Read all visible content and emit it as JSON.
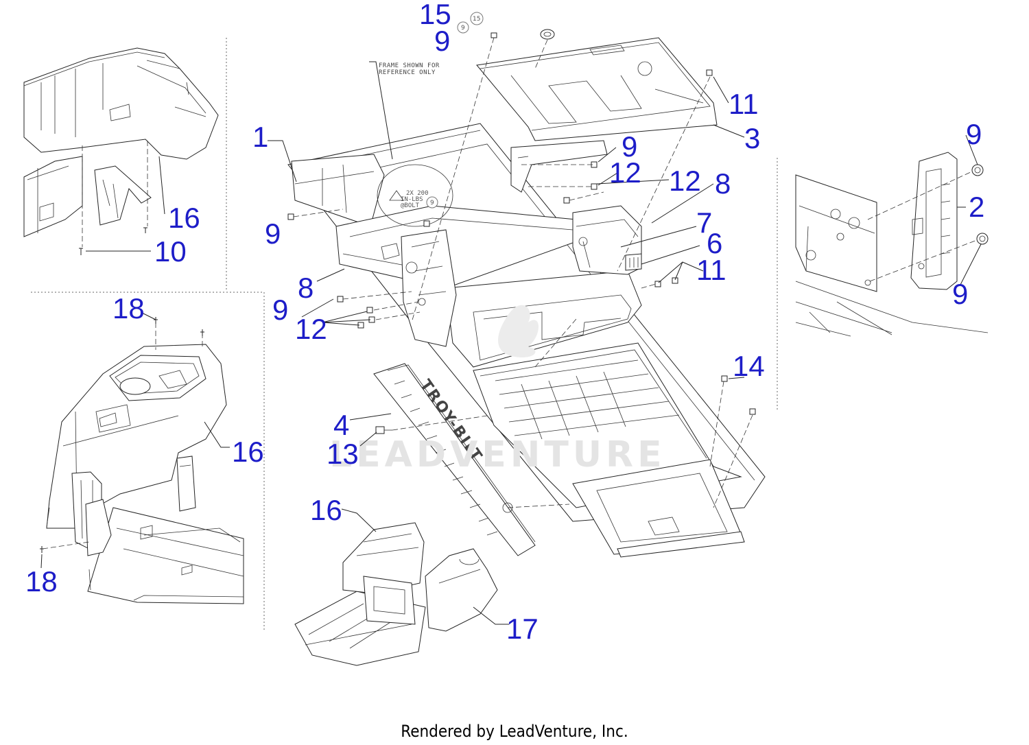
{
  "note_frame": [
    "FRAME SHOWN FOR",
    "REFERENCE ONLY"
  ],
  "torque_note": [
    "2X 200",
    "IN-LBS",
    "@BOLT"
  ],
  "brand_text": "TROY-BILT",
  "watermark": "LEADVENTURE",
  "footer": "Rendered by LeadVenture, Inc.",
  "callouts": {
    "c15_top": "15",
    "c9_top": "9",
    "c11_top": "11",
    "c3": "3",
    "c1": "1",
    "c9_center": "9",
    "c12_a": "12",
    "c12_b": "12",
    "c8_right": "8",
    "c7": "7",
    "c6": "6",
    "c11_mid": "11",
    "c9_left": "9",
    "c8_left": "8",
    "c9_low": "9",
    "c12_low": "12",
    "c14": "14",
    "c4": "4",
    "c13": "13",
    "c16_bottom": "16",
    "c17": "17",
    "c16_tl": "16",
    "c10": "10",
    "c18_top": "18",
    "c16_bl": "16",
    "c18_bottom": "18",
    "c9_r_top": "9",
    "c2": "2",
    "c9_r_bottom": "9"
  },
  "small_bubbles": {
    "b15": "15",
    "b9": "9",
    "b9_plate": "9"
  }
}
